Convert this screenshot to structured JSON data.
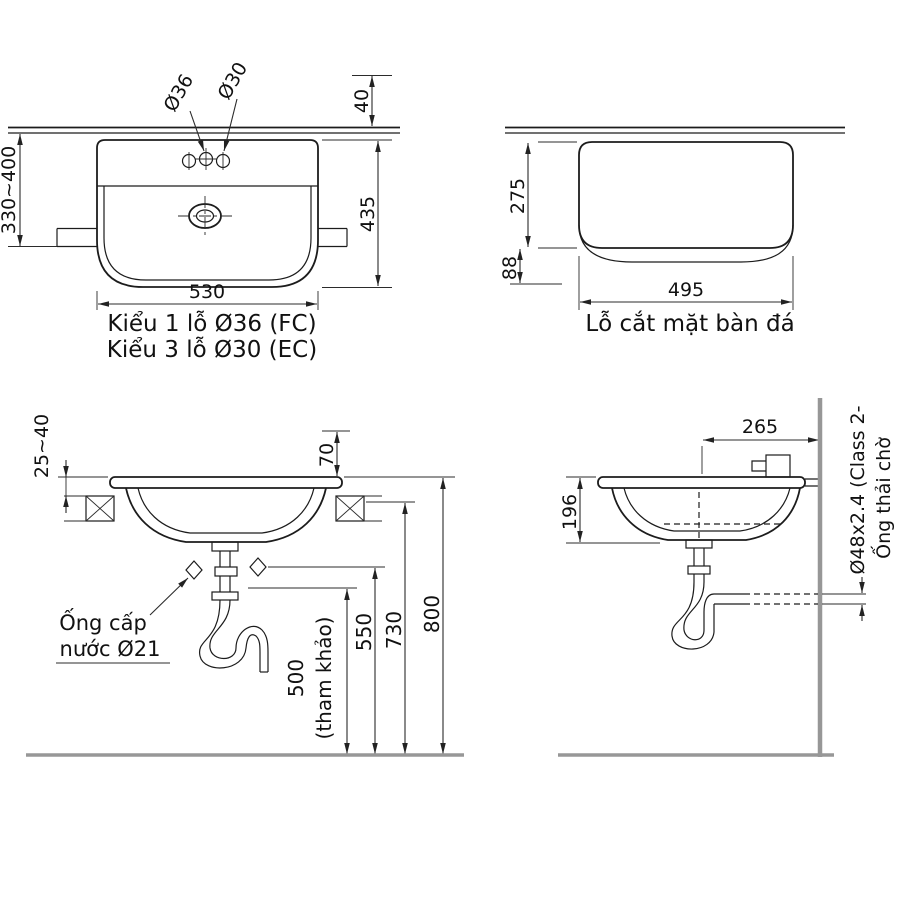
{
  "plan_view": {
    "hole_label_1": "Ø36",
    "hole_label_2": "Ø30",
    "dim_top_offset": "40",
    "dim_counter_depth": "330~400",
    "dim_depth": "435",
    "dim_width": "530",
    "caption_line1": "Kiểu 1 lỗ Ø36 (FC)",
    "caption_line2": "Kiểu 3 lỗ Ø30 (EC)"
  },
  "cutout_view": {
    "dim_depth": "275",
    "dim_front": "88",
    "dim_width": "495",
    "caption": "Lỗ cắt mặt bàn đá"
  },
  "install_front_view": {
    "dim_rim_above_counter": "25~40",
    "dim_rim_front": "70",
    "supply_label_line1": "Ống cấp",
    "supply_label_line2": "nước Ø21",
    "dim_drain_height": "500",
    "dim_drain_note": "(tham khảo)",
    "dim_supply_height": "550",
    "dim_bracket_height": "730",
    "dim_rim_height": "800"
  },
  "install_side_view": {
    "dim_wall_offset": "265",
    "dim_basin_depth": "196",
    "waste_label_line1": "Ø48x2.4 (Class 2-",
    "waste_label_line2": "Ống thải chờ"
  }
}
